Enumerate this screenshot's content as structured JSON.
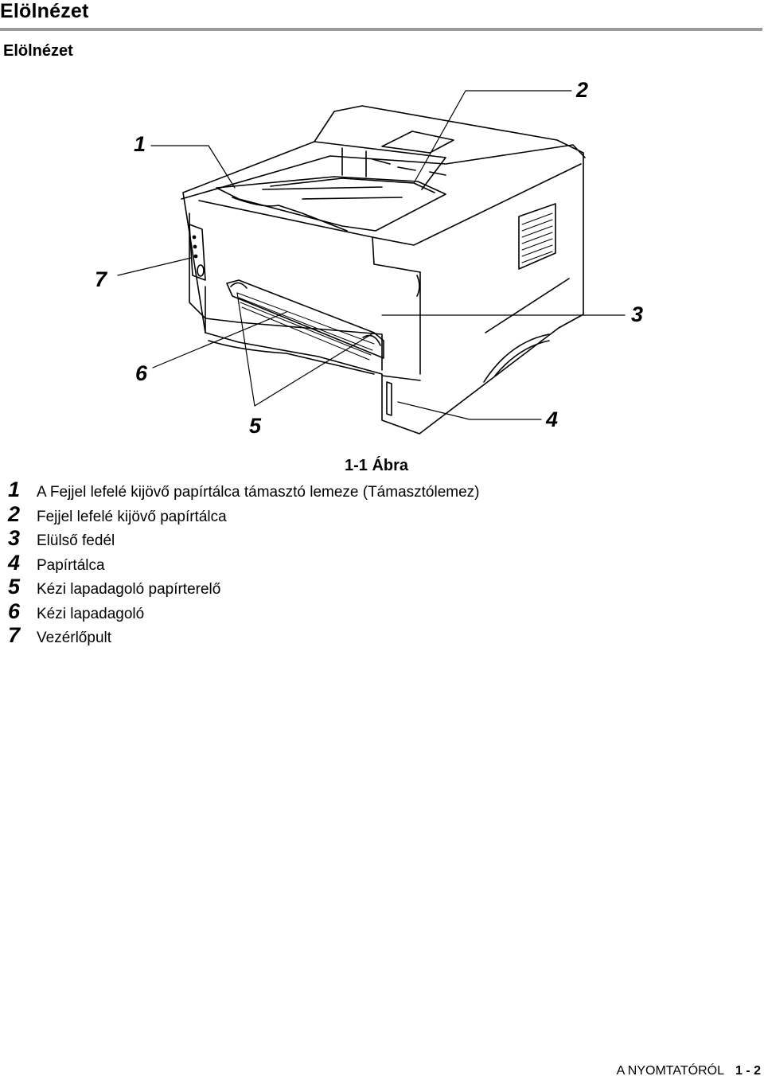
{
  "page": {
    "title": "Elölnézet",
    "section_title": "Elölnézet"
  },
  "figure": {
    "callouts": [
      "1",
      "2",
      "3",
      "4",
      "5",
      "6",
      "7"
    ],
    "caption": "1-1  Ábra"
  },
  "legend": [
    {
      "num": "1",
      "text": "A Fejjel lefelé kijövő papírtálca támasztó lemeze (Támasztólemez)"
    },
    {
      "num": "2",
      "text": "Fejjel lefelé kijövő papírtálca"
    },
    {
      "num": "3",
      "text": "Elülső fedél"
    },
    {
      "num": "4",
      "text": "Papírtálca"
    },
    {
      "num": "5",
      "text": "Kézi lapadagoló papírterelő"
    },
    {
      "num": "6",
      "text": "Kézi lapadagoló"
    },
    {
      "num": "7",
      "text": "Vezérlőpult"
    }
  ],
  "footer": {
    "section": "A NYOMTATÓRÓL",
    "page_number": "1 - 2"
  }
}
